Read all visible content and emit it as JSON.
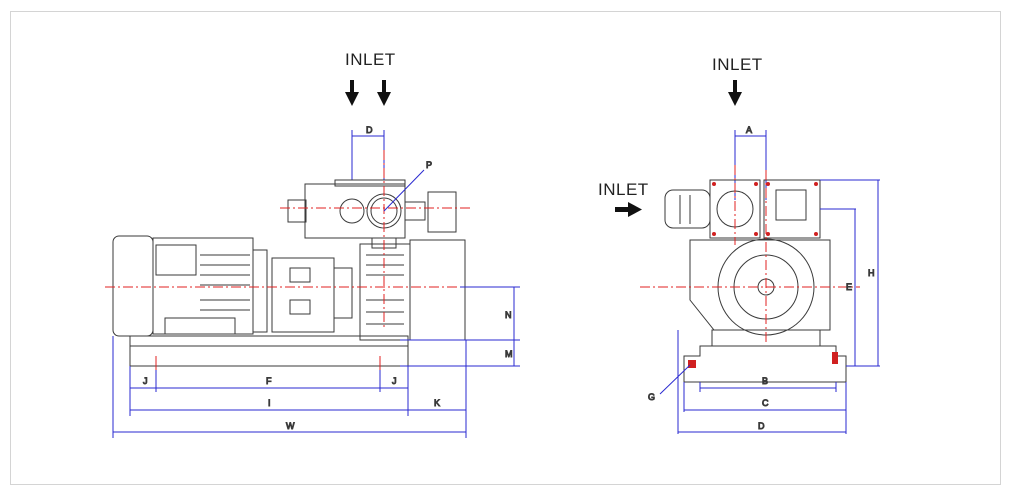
{
  "side_view": {
    "inlet_label": "INLET",
    "dims": {
      "D": "D",
      "P": "P",
      "N": "N",
      "M": "M",
      "J": "J",
      "F": "F",
      "J2": "J",
      "I": "I",
      "K": "K",
      "W": "W"
    }
  },
  "front_view": {
    "inlet_top_label": "INLET",
    "inlet_side_label": "INLET",
    "dims": {
      "A": "A",
      "H": "H",
      "E": "E",
      "G": "G",
      "B": "B",
      "C": "C",
      "D": "D"
    }
  },
  "colors": {
    "line": "#3a3a3a",
    "center": "#e02020",
    "dimension": "#2a2ad0",
    "accent_red": "#d02020"
  }
}
